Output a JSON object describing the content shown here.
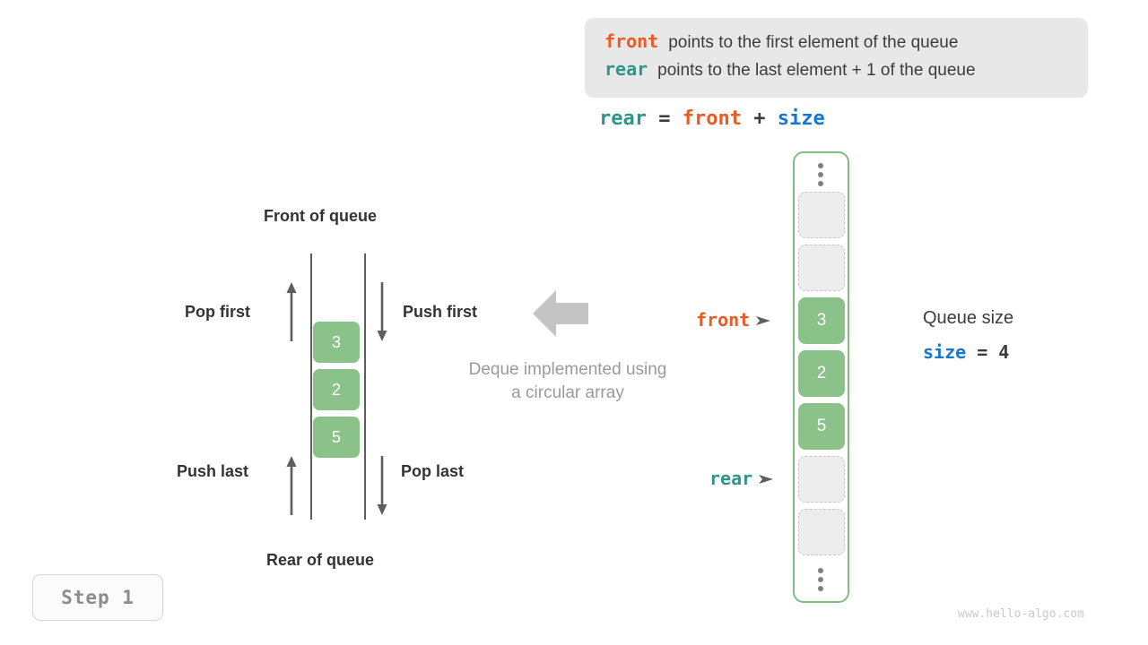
{
  "legend": {
    "lines": [
      {
        "keyword": "front",
        "keyword_color": "#ec5b26",
        "text": "points to the first element of the queue"
      },
      {
        "keyword": "rear",
        "keyword_color": "#2e9688",
        "text": "points to the last element + 1 of the queue"
      }
    ]
  },
  "formula": {
    "lhs": "rear",
    "eq": "=",
    "rhs1": "front",
    "plus": "+",
    "rhs2": "size"
  },
  "diagram": {
    "front_of_queue": "Front of queue",
    "rear_of_queue": "Rear of queue",
    "pop_first": "Pop first",
    "push_first": "Push first",
    "push_last": "Push last",
    "pop_last": "Pop last",
    "caption_line1": "Deque implemented using",
    "caption_line2": "a circular array",
    "tube_values": [
      "3",
      "2",
      "5"
    ]
  },
  "array": {
    "top_ellipsis": "vertical-ellipsis",
    "bottom_ellipsis": "vertical-ellipsis",
    "cells": [
      {
        "value": "",
        "state": "empty"
      },
      {
        "value": "",
        "state": "empty"
      },
      {
        "value": "3",
        "state": "filled"
      },
      {
        "value": "2",
        "state": "filled"
      },
      {
        "value": "5",
        "state": "filled"
      },
      {
        "value": "",
        "state": "empty"
      },
      {
        "value": "",
        "state": "empty"
      }
    ],
    "pointers": [
      {
        "name": "front",
        "label": "front",
        "color": "#ec5b26",
        "target_index": 2
      },
      {
        "name": "rear",
        "label": "rear",
        "color": "#2e9688",
        "target_index": 5
      }
    ],
    "border_color": "#80bd80",
    "filled_color": "#8ac28a"
  },
  "side_info": {
    "queue_size_label": "Queue size",
    "size_keyword": "size",
    "equals": "=",
    "size_value": "4"
  },
  "step": {
    "label": "Step 1"
  },
  "watermark": {
    "text": "www.hello-algo.com"
  }
}
